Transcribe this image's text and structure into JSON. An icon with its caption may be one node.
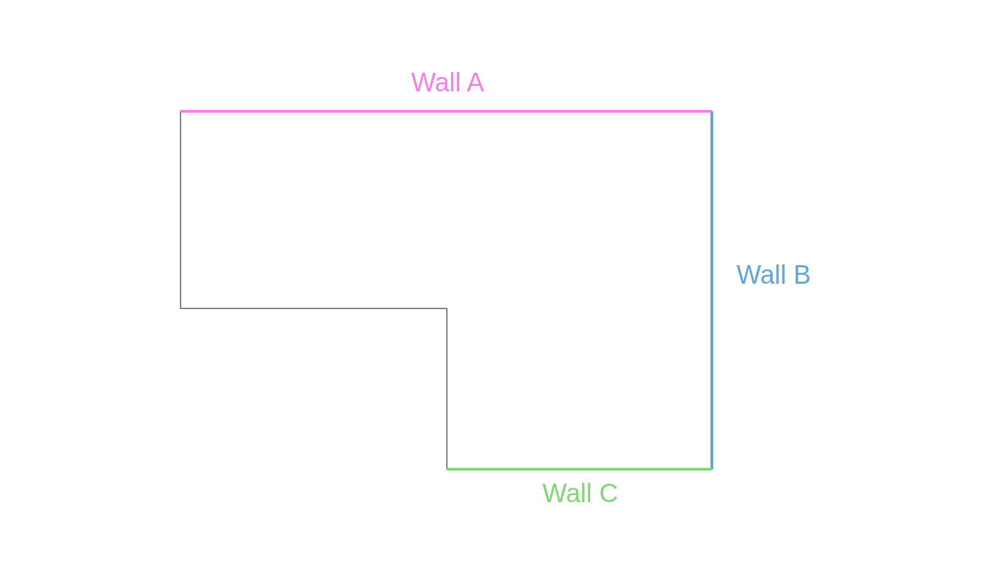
{
  "diagram": {
    "labels": [
      "Wall A",
      "Wall B",
      "Wall C"
    ]
  }
}
